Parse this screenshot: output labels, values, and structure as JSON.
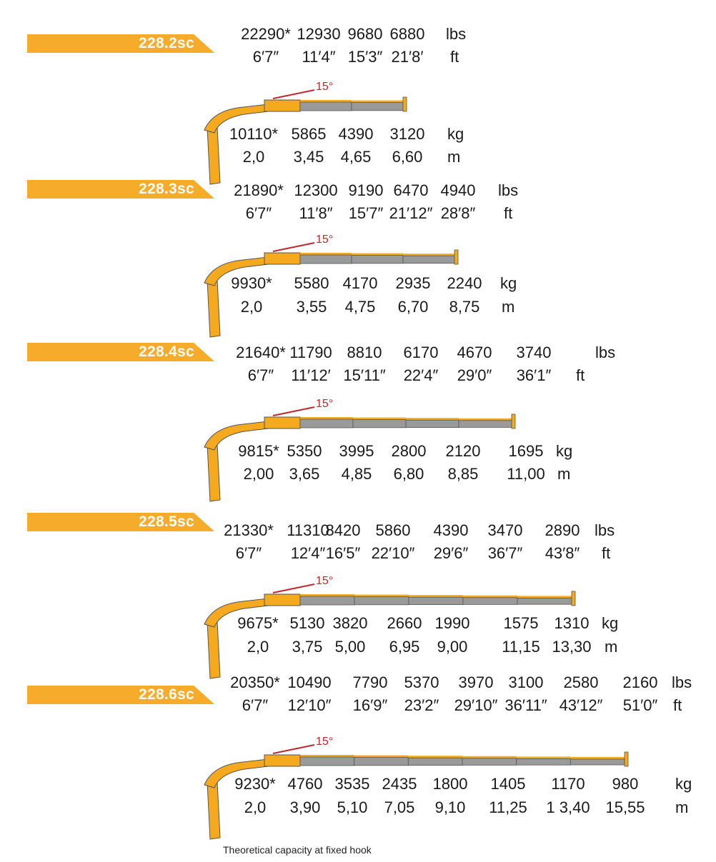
{
  "colors": {
    "tag": "#f6ab2a",
    "boom": "#f4a91e",
    "extension": "#9a9a9a",
    "angle": "#c0282d"
  },
  "models": [
    {
      "name": "228.2sc",
      "angle": "15°",
      "lbs": [
        "22290*",
        "12930",
        "9680",
        "6880"
      ],
      "ft": [
        "6′7″",
        "11′4″",
        "15′3″",
        "21′8′"
      ],
      "kg": [
        "10110*",
        "5865",
        "4390",
        "3120"
      ],
      "m": [
        "2,0",
        "3,45",
        "4,65",
        "6,60"
      ],
      "units": {
        "lbs": "lbs",
        "ft": "ft",
        "kg": "kg",
        "m": "m"
      }
    },
    {
      "name": "228.3sc",
      "angle": "15°",
      "lbs": [
        "21890*",
        "12300",
        "9190",
        "6470",
        "4940"
      ],
      "ft": [
        "6′7″",
        "11′8″",
        "15′7″",
        "21′12″",
        "28′8″"
      ],
      "kg": [
        "9930*",
        "5580",
        "4170",
        "2935",
        "2240"
      ],
      "m": [
        "2,0",
        "3,55",
        "4,75",
        "6,70",
        "8,75"
      ],
      "units": {
        "lbs": "lbs",
        "ft": "ft",
        "kg": "kg",
        "m": "m"
      }
    },
    {
      "name": "228.4sc",
      "angle": "15°",
      "lbs": [
        "21640*",
        "11790",
        "8810",
        "6170",
        "4670",
        "3740"
      ],
      "ft": [
        "6′7″",
        "11′12′",
        "15′11″",
        "22′4″",
        "29′0″",
        "36′1″"
      ],
      "kg": [
        "9815*",
        "5350",
        "3995",
        "2800",
        "2120",
        "1695"
      ],
      "m": [
        "2,00",
        "3,65",
        "4,85",
        "6,80",
        "8,85",
        "11,00"
      ],
      "units": {
        "lbs": "lbs",
        "ft": "ft",
        "kg": "kg",
        "m": "m"
      }
    },
    {
      "name": "228.5sc",
      "angle": "15°",
      "lbs": [
        "21330*",
        "11310",
        "8420",
        "5860",
        "4390",
        "3470",
        "2890"
      ],
      "ft": [
        "6′7″",
        "12′4″",
        "16′5″",
        "22′10″",
        "29′6″",
        "36′7″",
        "43′8″"
      ],
      "kg": [
        "9675*",
        "5130",
        "3820",
        "2660",
        "1990",
        "1575",
        "1310"
      ],
      "m": [
        "2,0",
        "3,75",
        "5,00",
        "6,95",
        "9,00",
        "11,15",
        "13,30"
      ],
      "units": {
        "lbs": "lbs",
        "ft": "ft",
        "kg": "kg",
        "m": "m"
      }
    },
    {
      "name": "228.6sc",
      "angle": "15°",
      "lbs": [
        "20350*",
        "10490",
        "7790",
        "5370",
        "3970",
        "3100",
        "2580",
        "2160"
      ],
      "ft": [
        "6′7″",
        "12′10″",
        "16′9″",
        "23′2″",
        "29′10″",
        "36′11″",
        "43′12″",
        "51′0″"
      ],
      "kg": [
        "9230*",
        "4760",
        "3535",
        "2435",
        "1800",
        "1405",
        "1170",
        "980"
      ],
      "m": [
        "2,0",
        "3,90",
        "5,10",
        "7,05",
        "9,10",
        "11,25",
        "1 3,40",
        "15,55"
      ],
      "units": {
        "lbs": "lbs",
        "ft": "ft",
        "kg": "kg",
        "m": "m"
      }
    }
  ],
  "footnote": "Theoretical capacity at fixed hook"
}
